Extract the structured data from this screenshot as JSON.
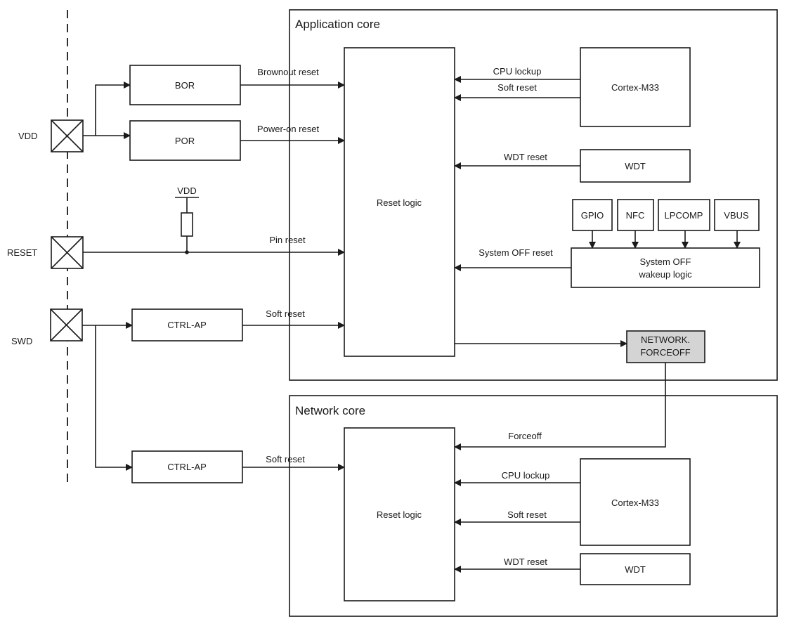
{
  "diagram": {
    "pins": [
      {
        "id": "vdd",
        "label": "VDD"
      },
      {
        "id": "reset",
        "label": "RESET"
      },
      {
        "id": "swd",
        "label": "SWD"
      }
    ],
    "pullup_supply_label": "VDD",
    "external_blocks": {
      "bor": "BOR",
      "por": "POR",
      "ctrl_ap_app": "CTRL-AP",
      "ctrl_ap_net": "CTRL-AP"
    },
    "application_core": {
      "title": "Application core",
      "reset_logic": "Reset logic",
      "cortex": "Cortex-M33",
      "wdt": "WDT",
      "wakeup_sources": [
        "GPIO",
        "NFC",
        "LPCOMP",
        "VBUS"
      ],
      "system_off_line1": "System OFF",
      "system_off_line2": "wakeup logic",
      "forceoff_line1": "NETWORK.",
      "forceoff_line2": "FORCEOFF",
      "forceoff_fill": "#d4d4d4"
    },
    "network_core": {
      "title": "Network core",
      "reset_logic": "Reset logic",
      "cortex": "Cortex-M33",
      "wdt": "WDT"
    },
    "signals": {
      "brownout_reset": "Brownout reset",
      "power_on_reset": "Power-on reset",
      "pin_reset": "Pin reset",
      "soft_reset_swd_app": "Soft reset",
      "soft_reset_swd_net": "Soft reset",
      "app_cpu_lockup": "CPU lockup",
      "app_soft_reset": "Soft reset",
      "app_wdt_reset": "WDT reset",
      "system_off_reset": "System OFF reset",
      "forceoff": "Forceoff",
      "net_cpu_lockup": "CPU lockup",
      "net_soft_reset": "Soft reset",
      "net_wdt_reset": "WDT reset"
    }
  }
}
